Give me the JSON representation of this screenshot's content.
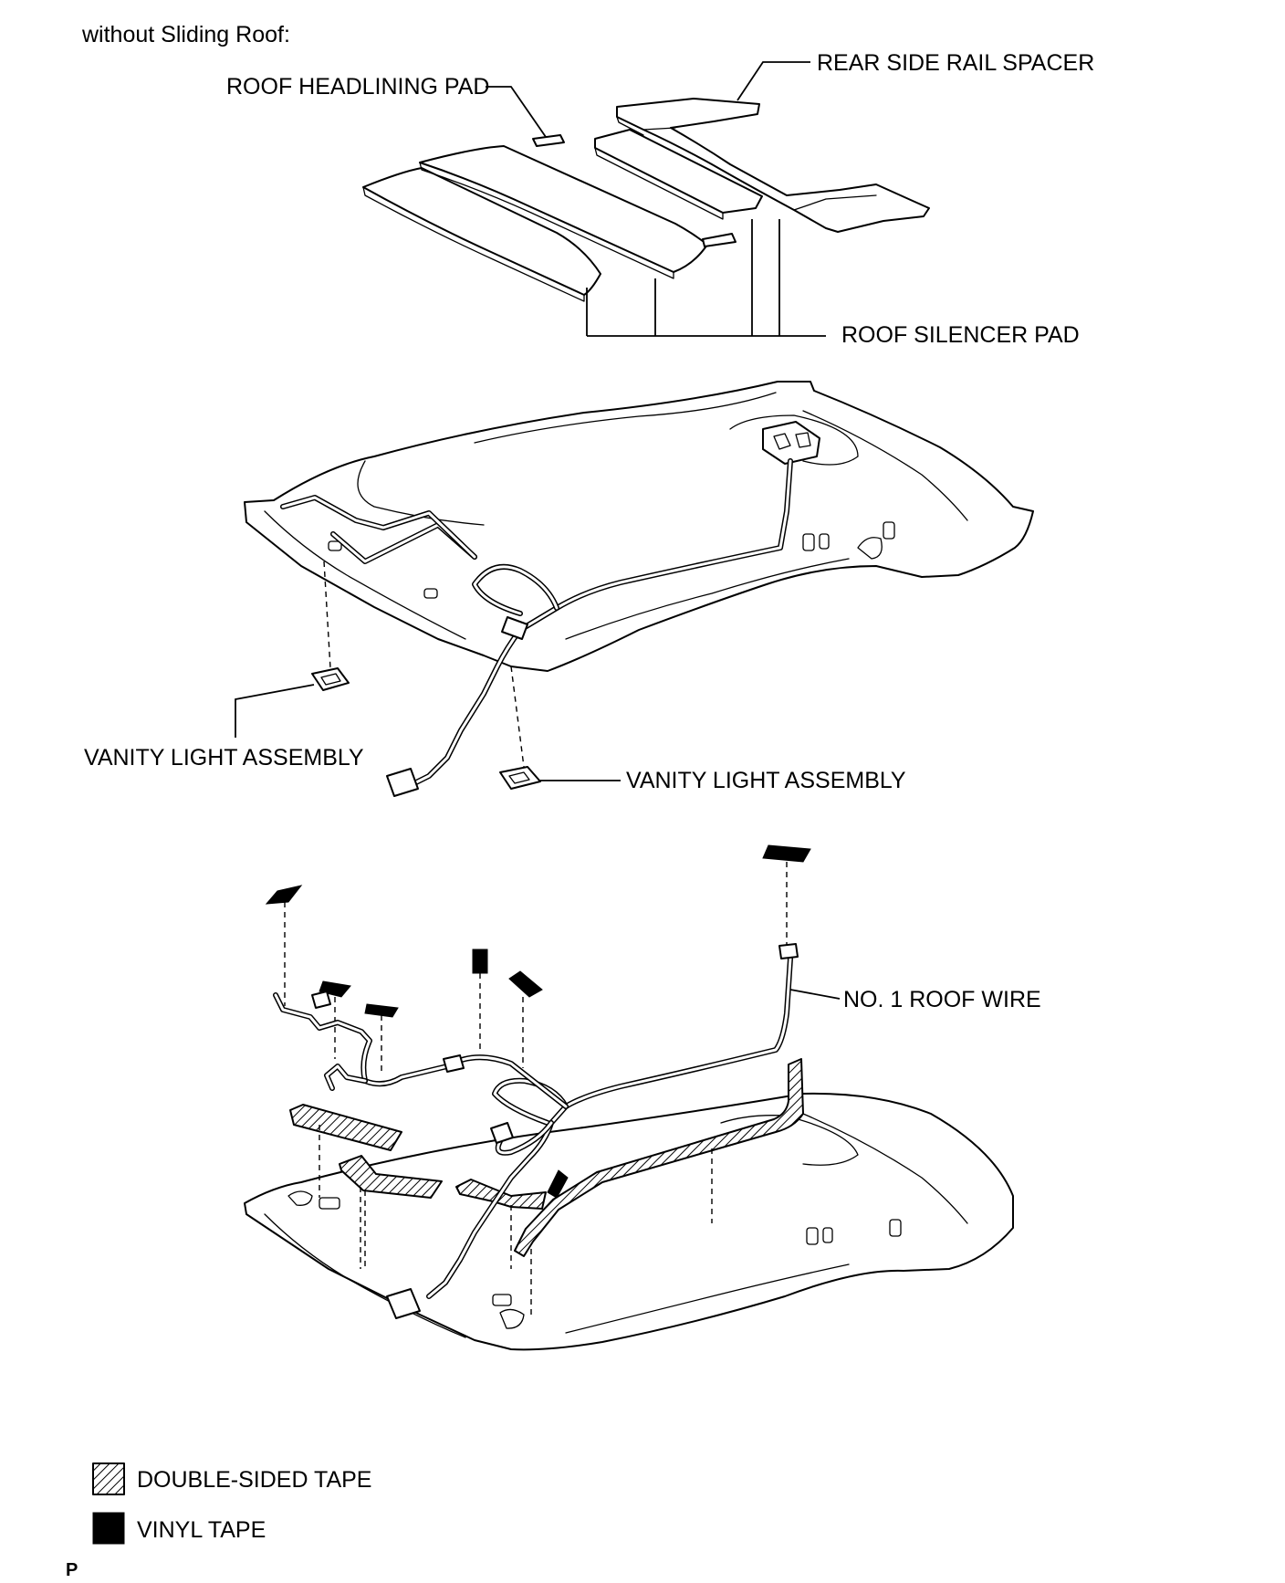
{
  "heading": "without Sliding Roof:",
  "labels": {
    "roof_headlining_pad": "ROOF HEADLINING PAD",
    "rear_side_rail_spacer": "REAR SIDE RAIL SPACER",
    "roof_silencer_pad": "ROOF SILENCER PAD",
    "vanity_light_left": "VANITY LIGHT ASSEMBLY",
    "vanity_light_right": "VANITY LIGHT ASSEMBLY",
    "no1_roof_wire": "NO. 1 ROOF WIRE"
  },
  "legend": {
    "double_sided_tape": "DOUBLE-SIDED TAPE",
    "vinyl_tape": "VINYL TAPE"
  },
  "footer_mark": "P"
}
